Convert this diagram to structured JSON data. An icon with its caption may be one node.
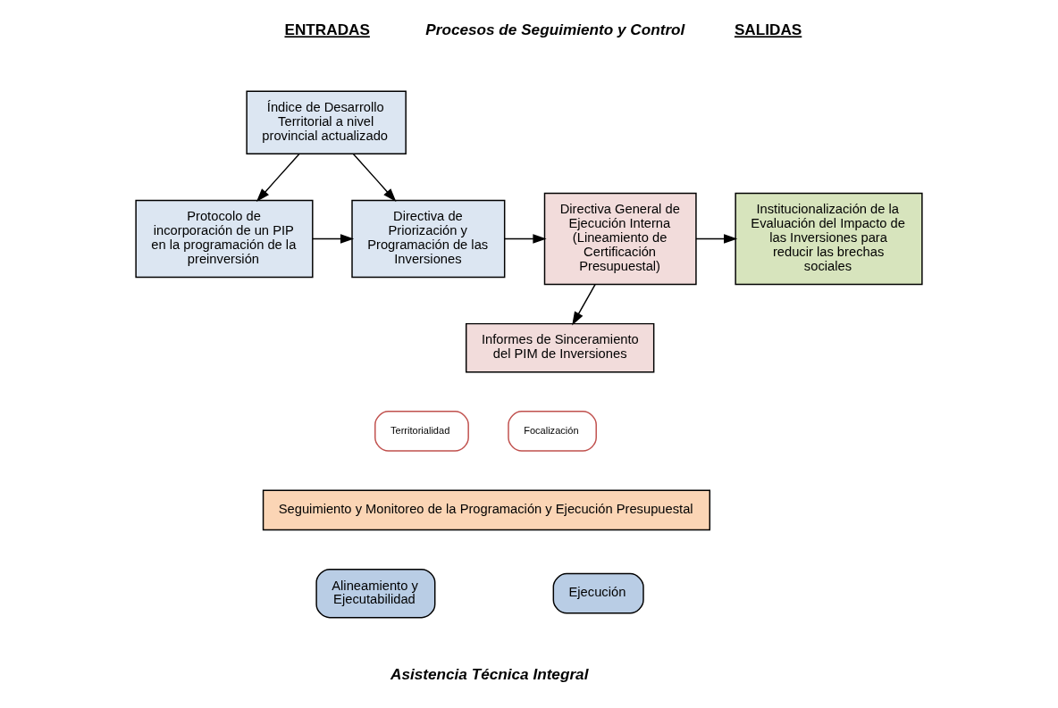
{
  "diagram": {
    "nodes": [
      {
        "text": [
          "Índice de Desarrollo Territorial a nivel provincial actualizado"
        ]
      },
      {
        "text": [
          "Protocolo de incorporación de un PIP en la programación de la preinversión"
        ]
      },
      {
        "text": [
          "Directiva de Priorización y Programación de las Inversiones"
        ]
      },
      {
        "text": [
          "Directiva General de Ejecución Interna (Lineamiento de Certificación Presupuestal)"
        ]
      },
      {
        "text": [
          "Informes de Sinceramiento del PIM de Inversiones"
        ]
      },
      {
        "text": [
          "Institucionalización de la Evaluación del Impacto de las Inversiones para reducir las brechas sociales"
        ]
      },
      {
        "text": [
          "Territorialidad"
        ]
      },
      {
        "text": [
          "Focalización"
        ]
      },
      {
        "text": [
          "Seguimiento y Monitoreo de la Programación y Ejecución Presupuestal"
        ]
      },
      {
        "text": [
          "Alineamiento y Ejecutabilidad"
        ]
      },
      {
        "text": [
          "Ejecución"
        ]
      }
    ],
    "edges": [
      {
        "from": 0,
        "to": 1,
        "arrow": "to"
      },
      {
        "from": 0,
        "to": 2,
        "arrow": "to"
      },
      {
        "from": 1,
        "to": 2,
        "arrow": "to"
      },
      {
        "from": 2,
        "to": 3,
        "arrow": "to"
      },
      {
        "from": 3,
        "to": 5,
        "arrow": "to"
      },
      {
        "from": 3,
        "to": 4,
        "arrow": "to"
      }
    ],
    "labels": [
      "ENTRADAS",
      "Procesos de Seguimiento y Control",
      "SALIDAS",
      "Asistencia Técnica Integral"
    ]
  }
}
